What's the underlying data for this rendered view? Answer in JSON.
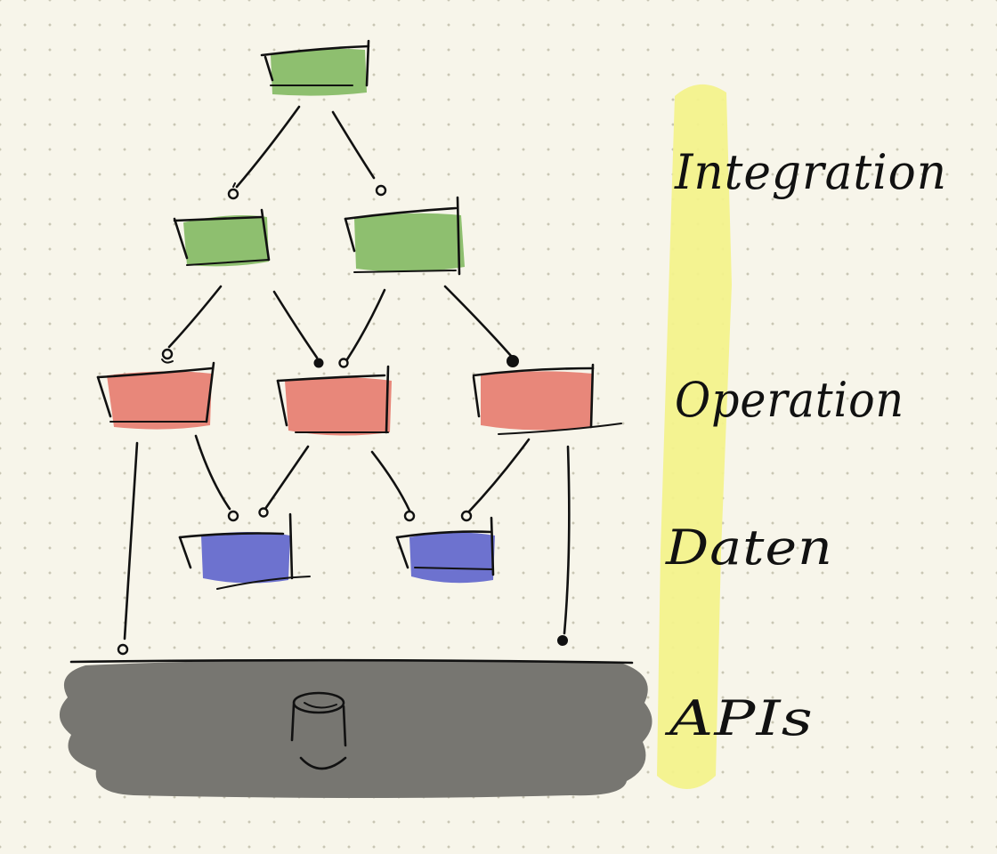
{
  "layers": [
    {
      "name": "Integration"
    },
    {
      "name": "Operation"
    },
    {
      "name": "Daten"
    },
    {
      "name": "APIs"
    }
  ],
  "colors": {
    "background": "#f7f5ea",
    "grid_dot": "#c9c6b4",
    "integration": "#8ebf6f",
    "operation": "#e8877a",
    "daten": "#6d72cf",
    "apis": "#777671",
    "highlighter": "#f3f28c",
    "ink": "#111111"
  }
}
